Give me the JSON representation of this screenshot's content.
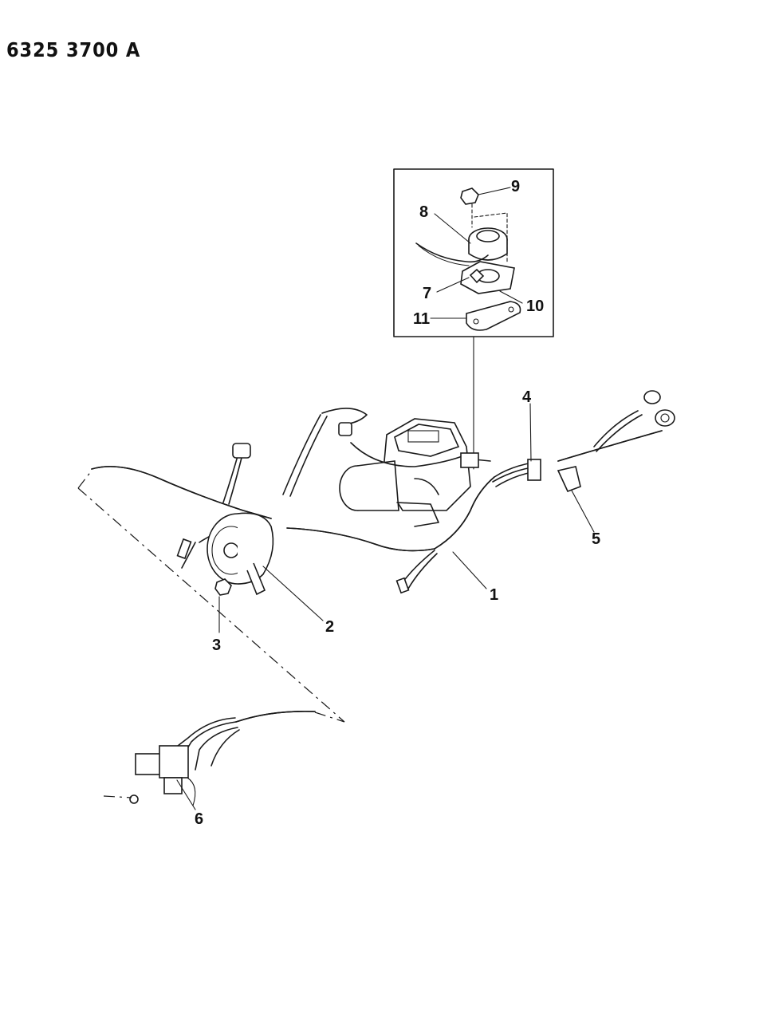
{
  "header": {
    "document_number": "6325 3700 A"
  },
  "callouts": [
    {
      "id": "1",
      "label": "1"
    },
    {
      "id": "2",
      "label": "2"
    },
    {
      "id": "3",
      "label": "3"
    },
    {
      "id": "4",
      "label": "4"
    },
    {
      "id": "5",
      "label": "5"
    },
    {
      "id": "6",
      "label": "6"
    },
    {
      "id": "7",
      "label": "7"
    },
    {
      "id": "8",
      "label": "8"
    },
    {
      "id": "9",
      "label": "9"
    },
    {
      "id": "10",
      "label": "10"
    },
    {
      "id": "11",
      "label": "11"
    }
  ]
}
